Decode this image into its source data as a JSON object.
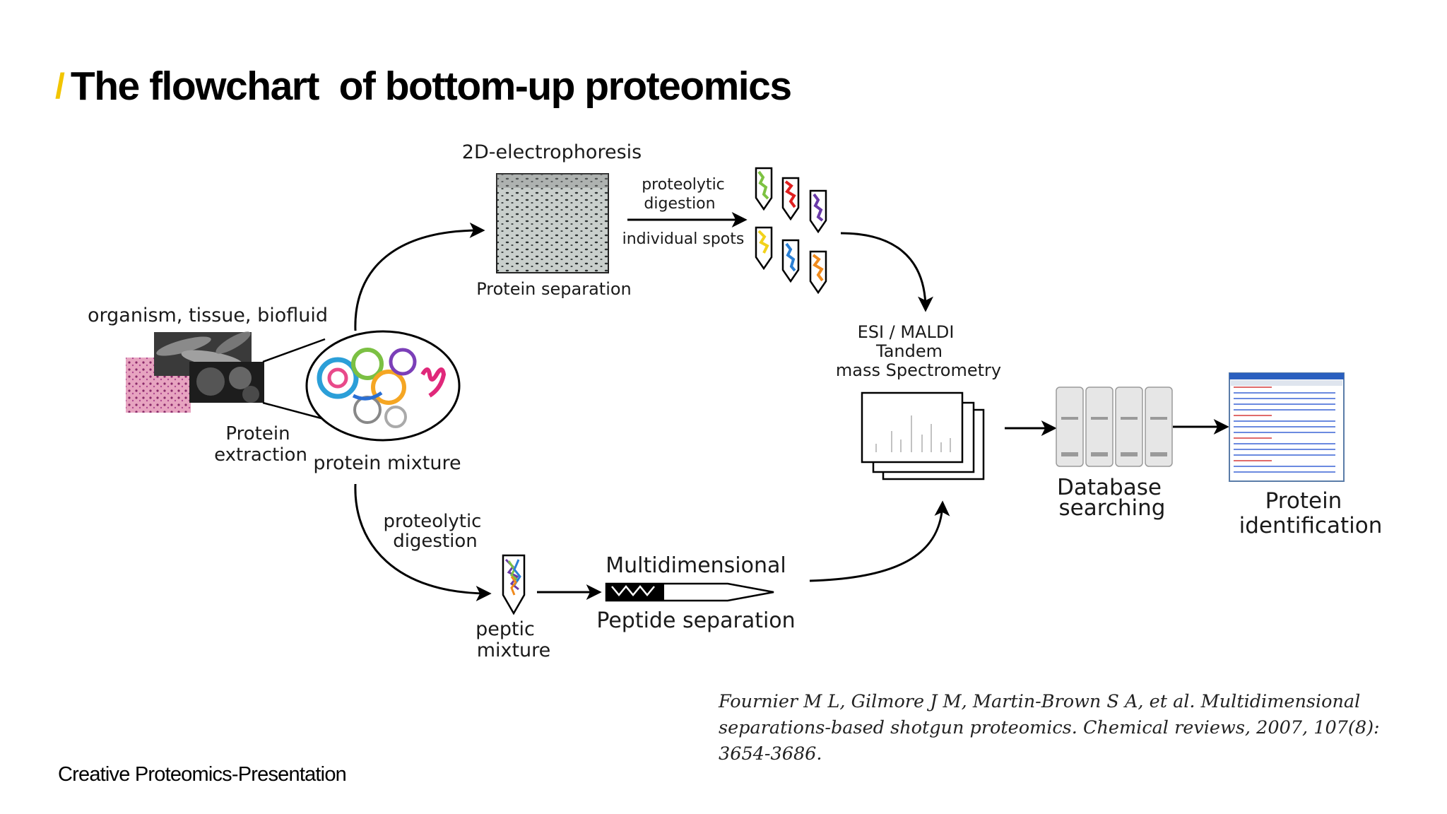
{
  "slide": {
    "slash": "/",
    "title": "The flowchart  of bottom-up proteomics",
    "footer": "Creative Proteomics-Presentation",
    "citation": "Fournier M L, Gilmore J M, Martin-Brown S A, et al. Multidimensional separations-based shotgun proteomics. Chemical reviews, 2007, 107(8): 3654-3686."
  },
  "diagram": {
    "organism": "organism, tissue, biofluid",
    "extraction_1": "Protein",
    "extraction_2": "extraction",
    "mixture": "protein mixture",
    "electrophoresis": "2D-electrophoresis",
    "protein_separation": "Protein separation",
    "proteolytic_top_1": "proteolytic",
    "proteolytic_top_2": "digestion",
    "individual_spots": "individual spots",
    "ms_1": "ESI / MALDI",
    "ms_2": "Tandem",
    "ms_3": "mass Spectrometry",
    "db_1": "Database",
    "db_2": "searching",
    "pid_1": "Protein",
    "pid_2": "identification",
    "proteolytic_bottom_1": "proteolytic",
    "proteolytic_bottom_2": "digestion",
    "peptic_1": "peptic",
    "peptic_2": "mixture",
    "multidim": "Multidimensional",
    "peptide_sep": "Peptide separation"
  },
  "colors": {
    "accent": "#f2c500",
    "tube_colors": [
      "#7dc242",
      "#e02020",
      "#6a3aa8",
      "#f2d21b",
      "#2a7fd4",
      "#f08a1c"
    ]
  }
}
